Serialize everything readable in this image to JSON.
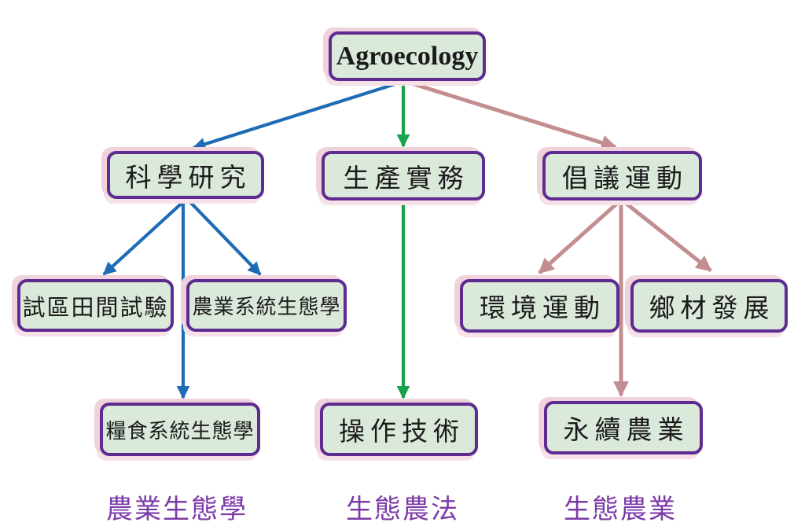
{
  "diagram": {
    "type": "flowchart",
    "title": "Agroecology"
  },
  "nodes": {
    "root": "Agroecology",
    "science": "科學研究",
    "production": "生產實務",
    "advocacy": "倡議運動",
    "field_trials": "試區田間試驗",
    "agri_systems": "農業系統生態學",
    "food_systems": "糧食系統生態學",
    "techniques": "操作技術",
    "env_movement": "環境運動",
    "rural_dev": "鄉材發展",
    "sustainable_ag": "永續農業"
  },
  "footers": {
    "science": "農業生態學",
    "production": "生態農法",
    "advocacy": "生態農業"
  },
  "edges": [
    {
      "from": "root",
      "to": "science",
      "color_name": "blue"
    },
    {
      "from": "root",
      "to": "production",
      "color_name": "green"
    },
    {
      "from": "root",
      "to": "advocacy",
      "color_name": "pink"
    },
    {
      "from": "science",
      "to": "field_trials",
      "color_name": "blue"
    },
    {
      "from": "science",
      "to": "food_systems",
      "color_name": "blue"
    },
    {
      "from": "science",
      "to": "agri_systems",
      "color_name": "blue"
    },
    {
      "from": "production",
      "to": "techniques",
      "color_name": "green"
    },
    {
      "from": "advocacy",
      "to": "env_movement",
      "color_name": "pink"
    },
    {
      "from": "advocacy",
      "to": "sustainable_ag",
      "color_name": "pink"
    },
    {
      "from": "advocacy",
      "to": "rural_dev",
      "color_name": "pink"
    }
  ],
  "colors": {
    "branch_blue": "#1e6cb5",
    "branch_green": "#18a24b",
    "branch_pink": "#c38e90",
    "box_fill": "#dbe9db",
    "box_border": "#5e2c90",
    "box_shadow_pink": "#f0d2dc",
    "footer_purple": "#7c3ba8",
    "title_text": "#1b1b1b"
  }
}
